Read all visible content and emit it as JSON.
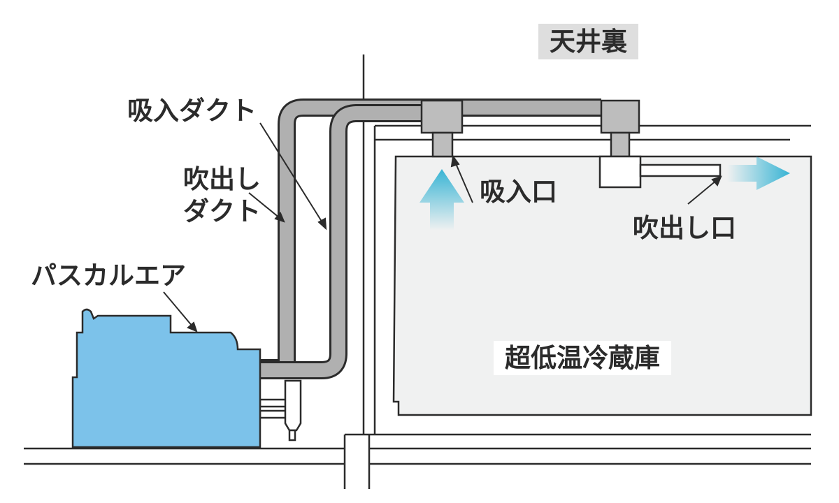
{
  "labels": {
    "ceiling": "天井裏",
    "intake_duct": "吸入ダクト",
    "outlet_duct_line1": "吹出し",
    "outlet_duct_line2": "ダクト",
    "pascal_air": "パスカルエア",
    "intake_port": "吸入口",
    "outlet_port": "吹出し口",
    "freezer": "超低温冷蔵庫"
  },
  "colors": {
    "unit_fill": "#7cc2ea",
    "duct_fill": "#b0b0b0",
    "box_fill": "#bdbdbd",
    "freezer_fill": "#f0f1f1",
    "line": "#2b2b2b",
    "arrow_cyan": "#38b4d4",
    "ceiling_label_bg": "#dedede"
  }
}
